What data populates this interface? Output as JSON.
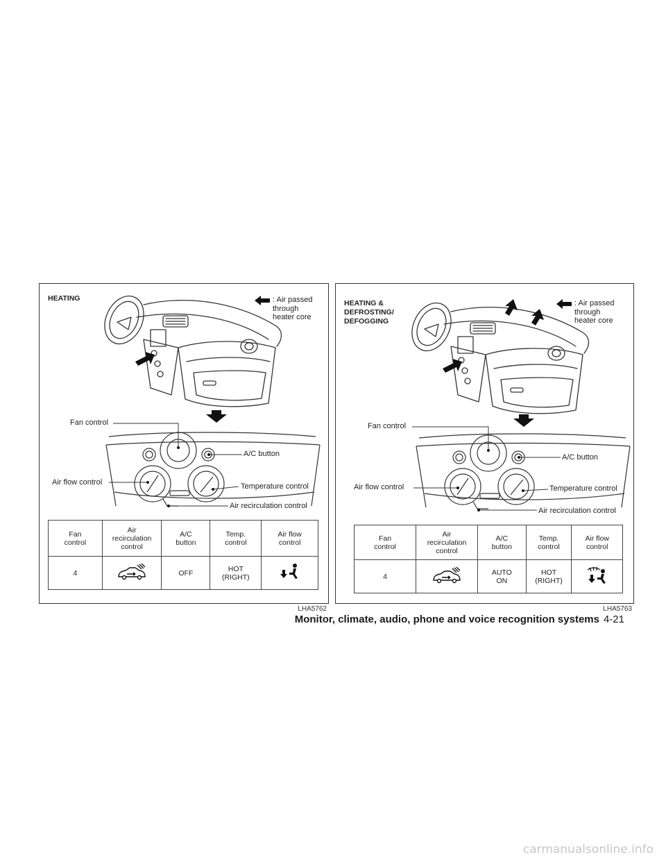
{
  "figures": [
    {
      "title": "HEATING",
      "legend_text": ": Air passed\n   through\n   heater core",
      "callouts": {
        "fan": "Fan control",
        "ac": "A/C button",
        "airflow": "Air flow control",
        "temp": "Temperature control",
        "recirc": "Air recirculation control"
      },
      "table": {
        "headers": [
          "Fan\ncontrol",
          "Air\nrecirculation\ncontrol",
          "A/C\nbutton",
          "Temp.\ncontrol",
          "Air flow\ncontrol"
        ],
        "row": {
          "fan": "4",
          "recirc_icon": "air-recirculation-off-icon",
          "ac": "OFF",
          "temp": "HOT\n(RIGHT)",
          "airflow_icon": "foot-vent-icon"
        }
      },
      "code": "LHA5762"
    },
    {
      "title": "HEATING &\nDEFROSTING/\nDEFOGGING",
      "legend_text": ": Air passed\n   through\n   heater core",
      "callouts": {
        "fan": "Fan control",
        "ac": "A/C button",
        "airflow": "Air flow control",
        "temp": "Temperature control",
        "recirc": "Air recirculation control"
      },
      "table": {
        "headers": [
          "Fan\ncontrol",
          "Air\nrecirculation\ncontrol",
          "A/C\nbutton",
          "Temp.\ncontrol",
          "Air flow\ncontrol"
        ],
        "row": {
          "fan": "4",
          "recirc_icon": "air-recirculation-off-icon",
          "ac": "AUTO\nON",
          "temp": "HOT\n(RIGHT)",
          "airflow_icon": "defrost-foot-vent-icon"
        }
      },
      "code": "LHA5763"
    }
  ],
  "footer": {
    "section_title": "Monitor, climate, audio, phone and voice recognition systems",
    "page_number": "4-21"
  },
  "watermark": "carmanualsonline.info"
}
